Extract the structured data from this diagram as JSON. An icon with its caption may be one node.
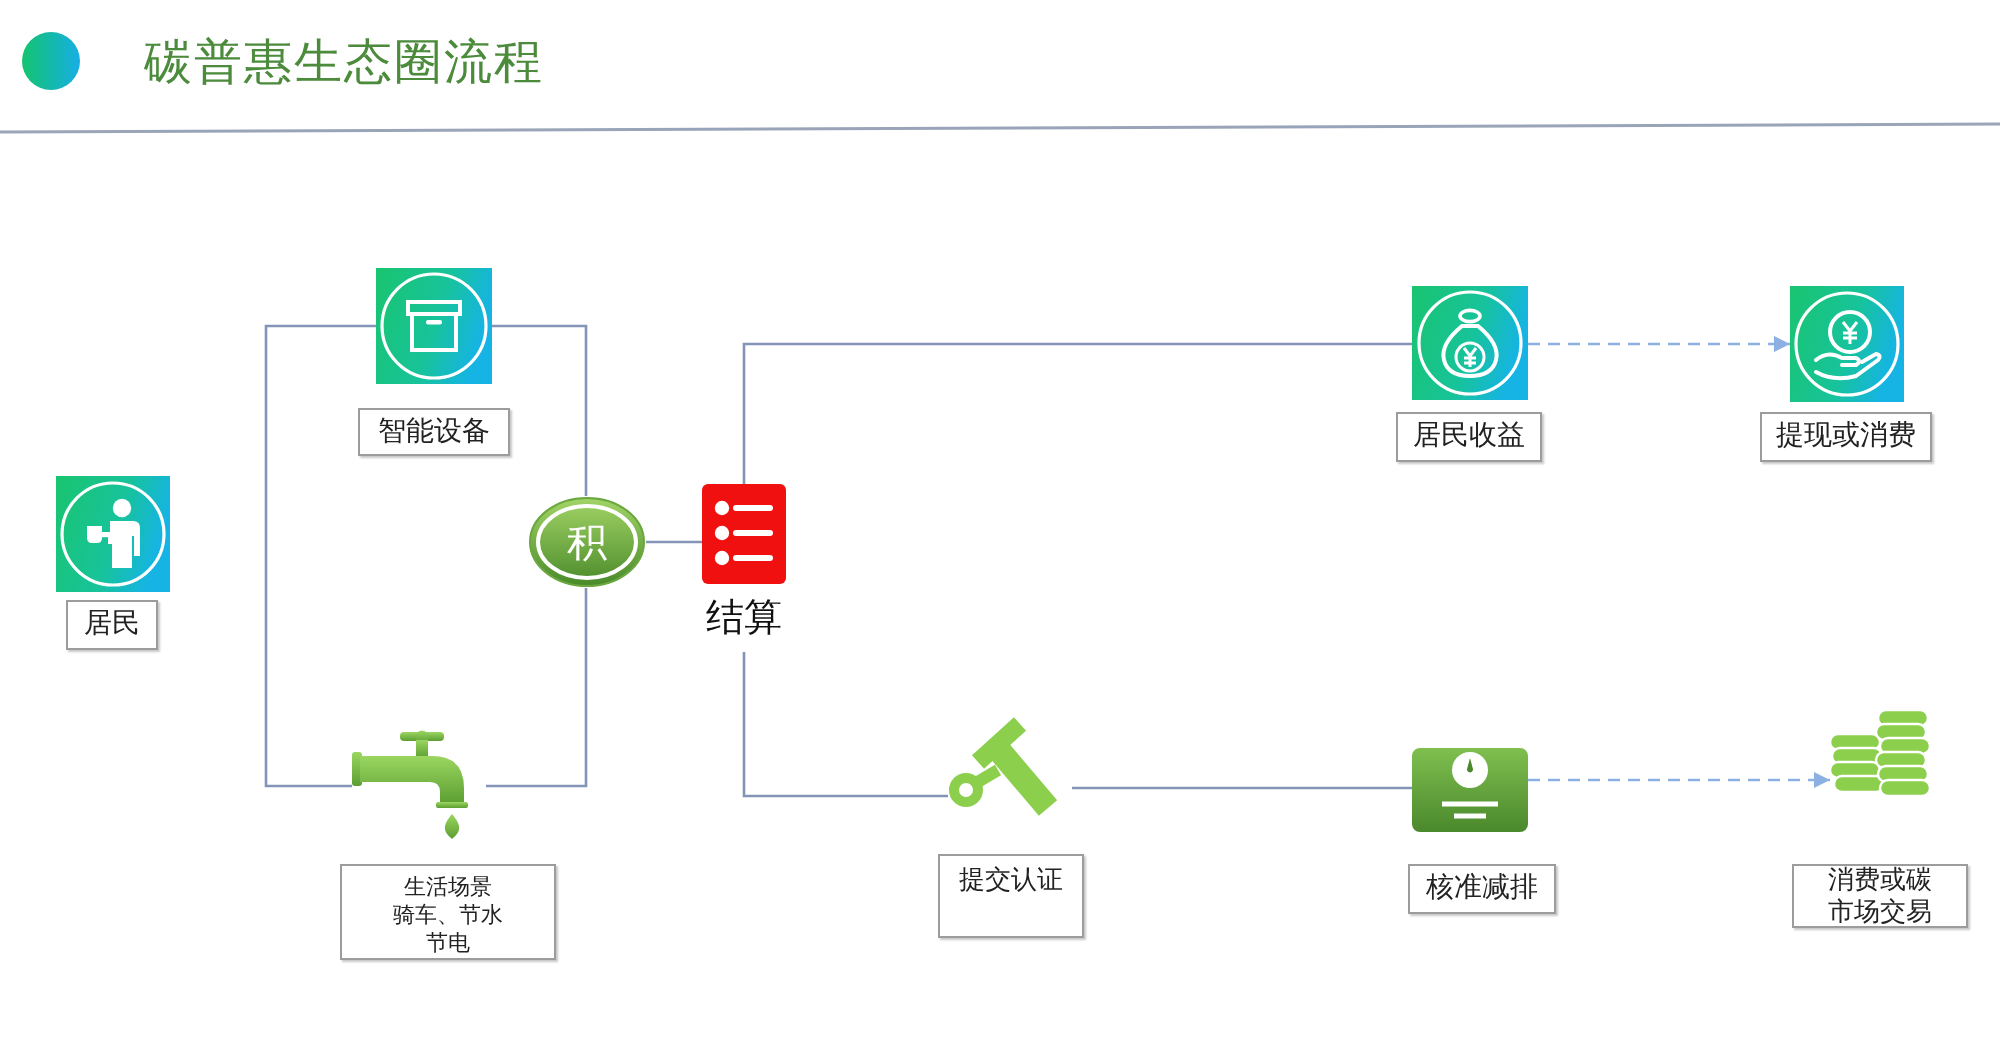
{
  "diagram": {
    "title": "碳普惠生态圈流程",
    "nodes": [
      {
        "text": [],
        "shape": "picture"
      },
      {
        "text": [
          "居民"
        ]
      },
      {
        "text": [],
        "shape": "picture"
      },
      {
        "text": [
          "智能设备"
        ]
      },
      {
        "text": [
          "积"
        ]
      },
      {
        "text": [],
        "shape": "picture"
      },
      {
        "text": [
          "生活场景",
          "骑车、节水节电"
        ]
      },
      {
        "text": [],
        "shape": "picture",
        "beside": [
          "结算"
        ]
      },
      {
        "text": [],
        "shape": "picture"
      },
      {
        "text": [
          "居民收益"
        ]
      },
      {
        "text": [],
        "shape": "picture"
      },
      {
        "text": [
          "提现或消费"
        ]
      },
      {
        "text": [],
        "shape": "picture"
      },
      {
        "text": [
          "提交认证"
        ]
      },
      {
        "text": [],
        "shape": "picture"
      },
      {
        "text": [
          "核准减排"
        ]
      },
      {
        "text": [],
        "shape": "picture"
      },
      {
        "text": [
          "消费或碳市场交易"
        ]
      }
    ],
    "edges": [
      {
        "from": 2,
        "to": 4,
        "arrow": "none"
      },
      {
        "from": 5,
        "to": 4,
        "arrow": "none"
      },
      {
        "from": 2,
        "to": 5,
        "arrow": "none"
      },
      {
        "from": 4,
        "to": 7,
        "arrow": "none"
      },
      {
        "from": 7,
        "to": 8,
        "arrow": "none"
      },
      {
        "from": 7,
        "to": 12,
        "arrow": "none"
      },
      {
        "from": 12,
        "to": 14,
        "arrow": "none"
      },
      {
        "from": 8,
        "to": 10,
        "arrow": "to",
        "style": "dashed",
        "color": "#8db0e2"
      },
      {
        "from": 14,
        "to": 16,
        "arrow": "to",
        "style": "dashed",
        "color": "#8db0e2"
      }
    ]
  }
}
